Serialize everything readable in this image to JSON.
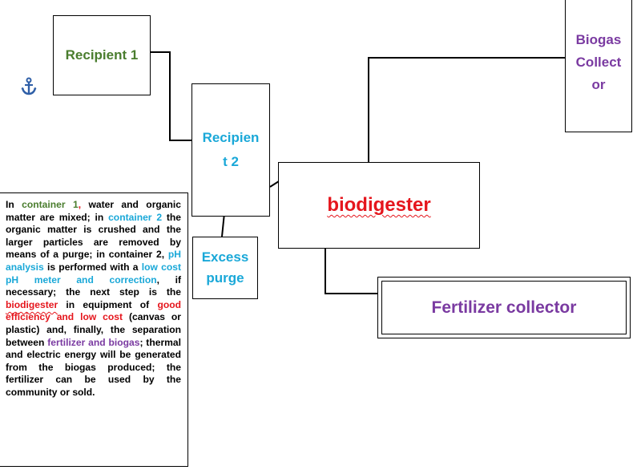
{
  "nodes": {
    "recipient1": "Recipient 1",
    "recipient2_a": "Recipien",
    "recipient2_b": "t 2",
    "biodigester": "biodigester",
    "biogas_a": "Biogas",
    "biogas_b": "Collect",
    "biogas_c": "or",
    "excess_a": "Excess",
    "excess_b": "purge",
    "fertilizer": "Fertilizer collector"
  },
  "description": {
    "t1": "In ",
    "t2": "container 1",
    "t3": ",",
    "t4": " water and organic matter are mixed; in ",
    "t5": "container 2",
    "t6": " the organic matter is crushed and the larger particles are removed by means of a purge; in container 2, ",
    "t7": "pH analysis",
    "t8": " is performed with a ",
    "t9": "low cost pH meter and correction",
    "t10": ", if necessary; the next step is the ",
    "t11": "biodigester",
    "t12": " in equipment of ",
    "t13": "good efficiency and low cost",
    "t14": " (canvas or plastic) and, finally, the separation between ",
    "t15": "fertilizer and biogas",
    "t16": "; thermal and electric energy will be generated from the biogas produced; the fertilizer can be used by the community or sold."
  },
  "colors": {
    "green": "#4a7d2e",
    "cyan": "#1aa8d8",
    "red": "#e5161d",
    "purple": "#7a3aa1",
    "anchor": "#2f5fa7"
  },
  "icons": {
    "anchor": "anchor-icon"
  }
}
